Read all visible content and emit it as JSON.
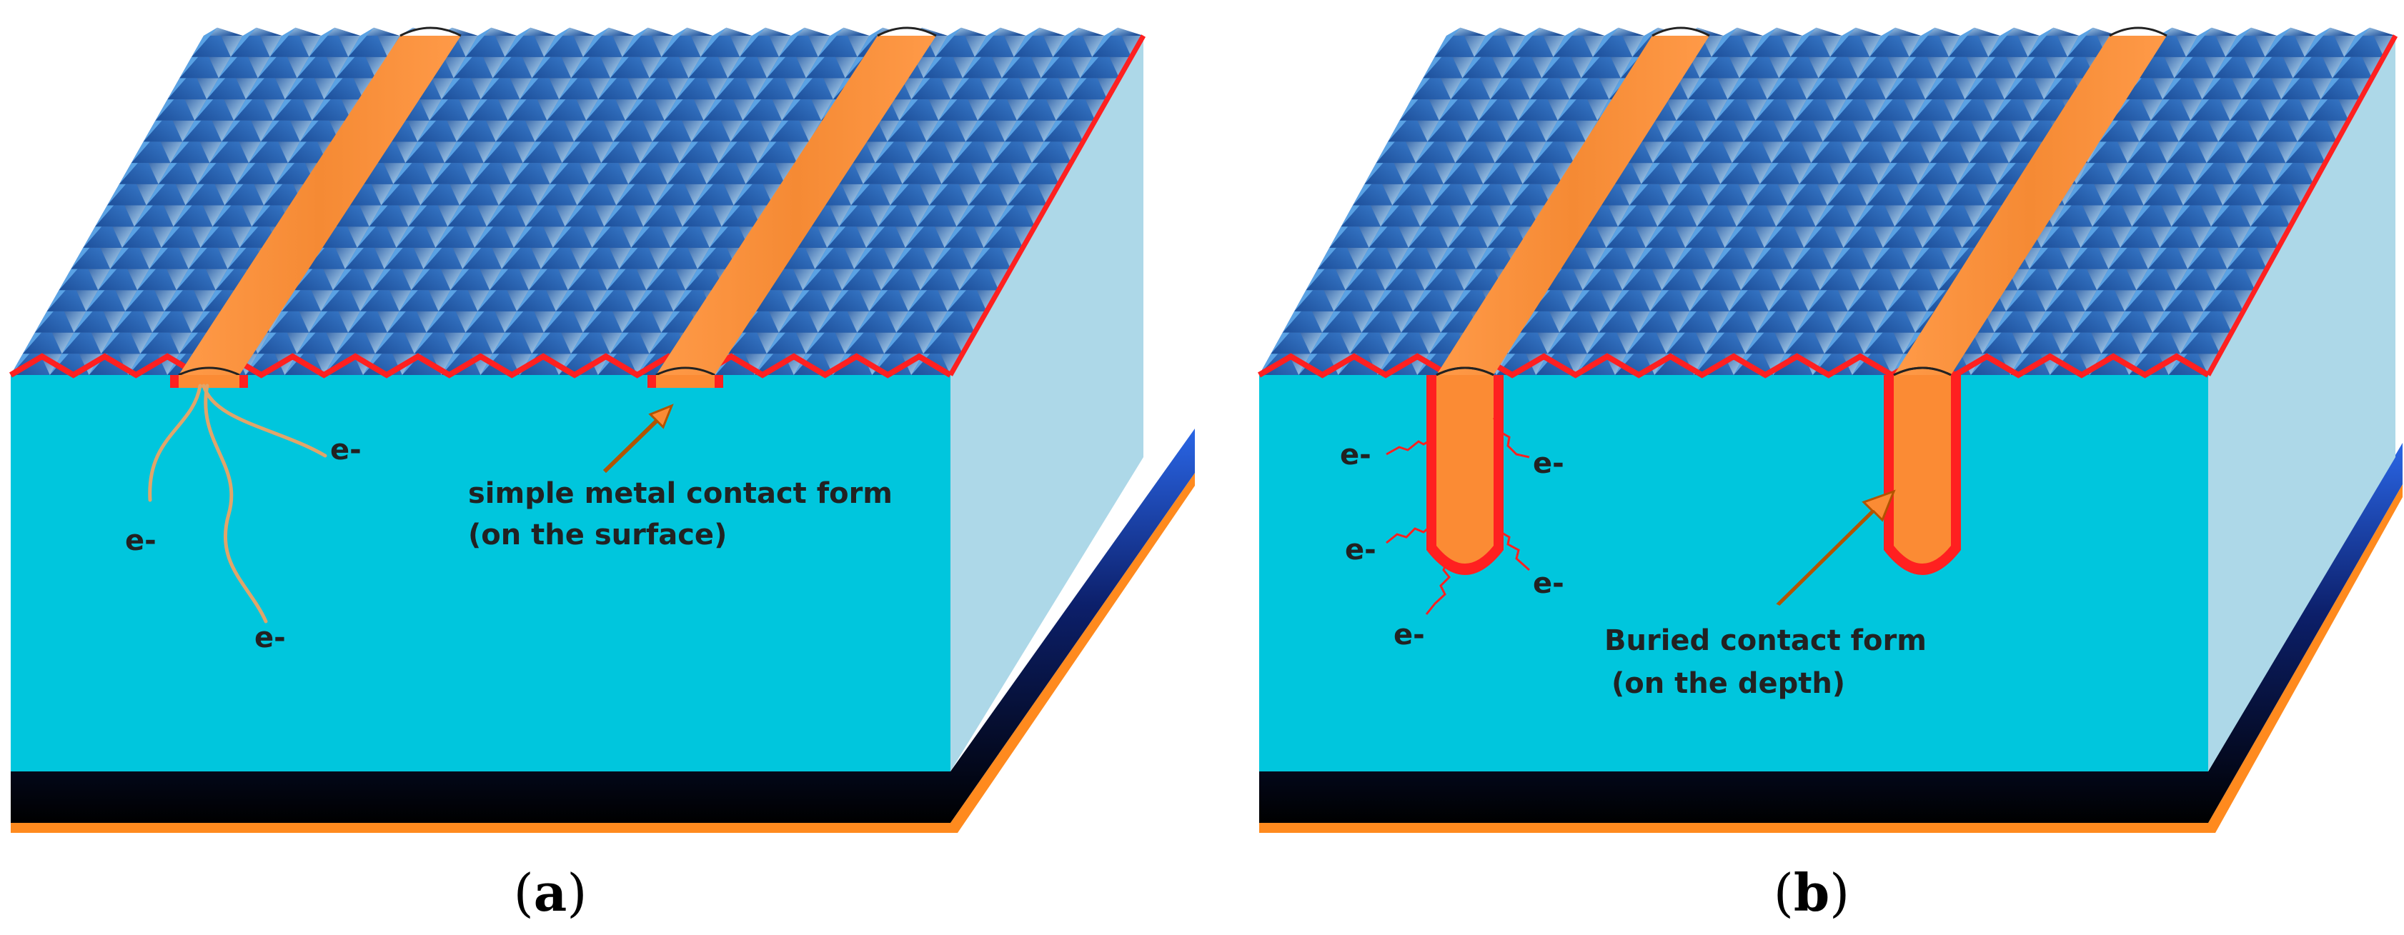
{
  "colors": {
    "front_face": "#00c6dd",
    "side_face": "#add8e8",
    "texture_dark": "#1d4f9a",
    "texture_light": "#b8ddf6",
    "emitter_line": "#ff2020",
    "metal_contact": "#fb8b34",
    "rear_contact": "#ff8a1e",
    "current_path_a": "#e0a56a",
    "current_path_b": "#ff2020"
  },
  "panel_a": {
    "electron_label": "e-",
    "contact_title": "simple metal contact form",
    "contact_subtitle": "(on the surface)",
    "caption": {
      "open": "(",
      "letter": "a",
      "close": ")"
    }
  },
  "panel_b": {
    "electron_label": "e-",
    "contact_title": "Buried contact form",
    "contact_subtitle": "(on the depth)",
    "caption": {
      "open": "(",
      "letter": "b",
      "close": ")"
    }
  }
}
